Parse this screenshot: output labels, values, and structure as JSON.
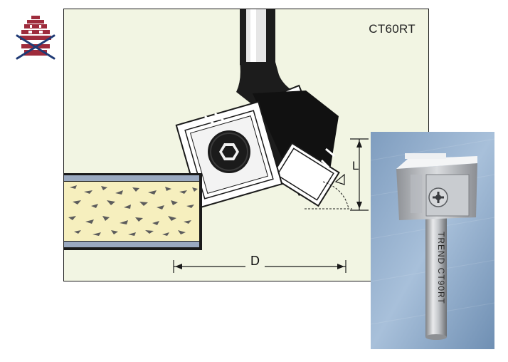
{
  "product": {
    "code": "CT60RT"
  },
  "dimensions": {
    "diameter_label": "D",
    "length_label": "L"
  },
  "photo": {
    "engraving": "TREND CT90RT"
  },
  "icons": {
    "warning": "no-plunge-warning-icon",
    "screw": "hex-socket-screw-icon"
  },
  "colors": {
    "panel_background": "#f2f5e3",
    "outline": "#1a1a1a",
    "warning_icon": "#9e2b3c",
    "board_core": "#f6efbe",
    "board_laminate": "#9aa9c0",
    "photo_background": "#8ba7c6"
  }
}
